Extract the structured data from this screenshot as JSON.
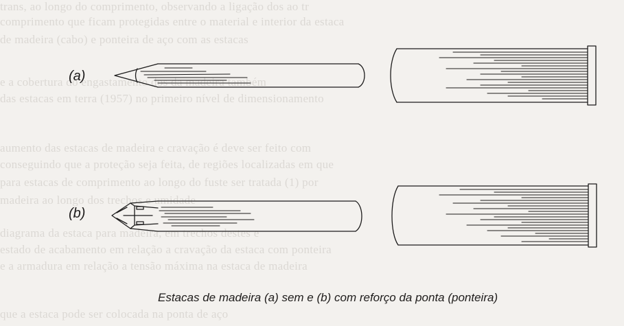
{
  "figure": {
    "label_a": "(a)",
    "label_b": "(b)",
    "caption": "Estacas de madeira (a) sem e (b) com reforço da ponta (ponteira)"
  },
  "background_text": [
    "trans, ao longo do comprimento, observando a ligação dos ao tr",
    "comprimento que ficam protegidas entre o material e interior da estaca",
    "de madeira (cabo) e ponteira de aço com as estacas",
    "e a cobertura do engastamento dos da madeira também",
    "das estacas em terra (1957) no primeiro nível de dimensionamento",
    "",
    "",
    "aumento das estacas de madeira e cravação é deve ser feito com",
    "conseguindo que a proteção seja feita, de regiões localizadas em que",
    "para estacas de comprimento ao longo do fuste ser tratada (1) por",
    "madeira ao longo dos trechos e umidade",
    "",
    "diagrama da estaca para madeira, em trechos destes e",
    "estado de acabamento em relação a cravação da estaca com ponteira",
    "e a armadura em relação a tensão máxima na estaca de madeira",
    "",
    "que a estaca pode ser colocada na ponta de aço"
  ]
}
